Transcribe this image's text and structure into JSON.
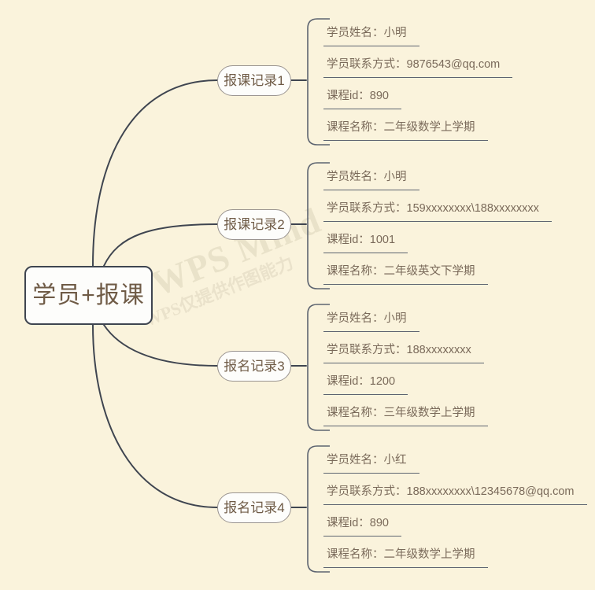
{
  "app": {
    "watermark_primary": "WPS Mind",
    "watermark_secondary": "WPS仅提供作图能力",
    "background_color": "#faf3dc",
    "text_color": "#7a6a5a",
    "line_color": "#3f4550",
    "node_fill": "#fdfdfb"
  },
  "mindmap": {
    "root": {
      "label": "学员+报课"
    },
    "branches": [
      {
        "label": "报课记录1",
        "leaves": [
          {
            "label": "学员姓名：",
            "value": "小明",
            "text": "学员姓名：小明"
          },
          {
            "label": "学员联系方式：",
            "value": "9876543@qq.com",
            "text": "学员联系方式：9876543@qq.com"
          },
          {
            "label": "课程id：",
            "value": "890",
            "text": "课程id：890"
          },
          {
            "label": "课程名称：",
            "value": "二年级数学上学期",
            "text": "课程名称：二年级数学上学期"
          }
        ]
      },
      {
        "label": "报课记录2",
        "leaves": [
          {
            "label": "学员姓名：",
            "value": "小明",
            "text": "学员姓名：小明"
          },
          {
            "label": "学员联系方式：",
            "value": "159xxxxxxxx\\188xxxxxxxx",
            "text": "学员联系方式：159xxxxxxxx\\188xxxxxxxx"
          },
          {
            "label": "课程id：",
            "value": "1001",
            "text": "课程id：1001"
          },
          {
            "label": "课程名称：",
            "value": "二年级英文下学期",
            "text": "课程名称：二年级英文下学期"
          }
        ]
      },
      {
        "label": "报名记录3",
        "leaves": [
          {
            "label": "学员姓名：",
            "value": "小明",
            "text": "学员姓名：小明"
          },
          {
            "label": "学员联系方式：",
            "value": "188xxxxxxxx",
            "text": "学员联系方式：188xxxxxxxx"
          },
          {
            "label": "课程id：",
            "value": "1200",
            "text": "课程id：1200"
          },
          {
            "label": "课程名称：",
            "value": "三年级数学上学期",
            "text": "课程名称：三年级数学上学期"
          }
        ]
      },
      {
        "label": "报名记录4",
        "leaves": [
          {
            "label": "学员姓名：",
            "value": "小红",
            "text": "学员姓名：小红"
          },
          {
            "label": "学员联系方式：",
            "value": "188xxxxxxxx\\12345678@qq.com",
            "text": "学员联系方式：188xxxxxxxx\\12345678@qq.com"
          },
          {
            "label": "课程id：",
            "value": "890",
            "text": "课程id：890"
          },
          {
            "label": "课程名称：",
            "value": "二年级数学上学期",
            "text": "课程名称：二年级数学上学期"
          }
        ]
      }
    ]
  }
}
